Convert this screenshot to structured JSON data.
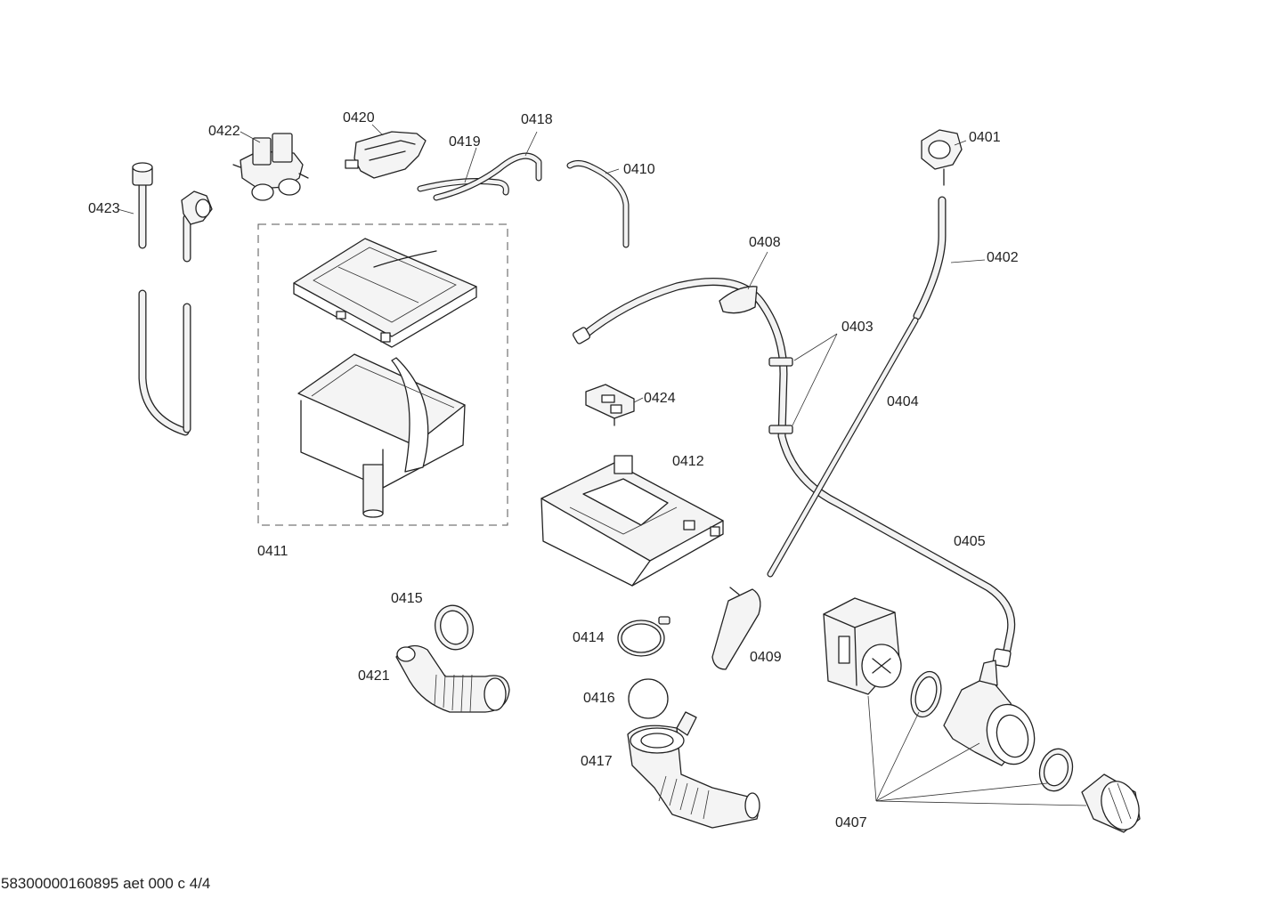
{
  "diagram": {
    "part_labels": {
      "p0401": "0401",
      "p0402": "0402",
      "p0403": "0403",
      "p0404": "0404",
      "p0405": "0405",
      "p0407": "0407",
      "p0408": "0408",
      "p0409": "0409",
      "p0410": "0410",
      "p0411": "0411",
      "p0412": "0412",
      "p0414": "0414",
      "p0415": "0415",
      "p0416": "0416",
      "p0417": "0417",
      "p0418": "0418",
      "p0419": "0419",
      "p0420": "0420",
      "p0421": "0421",
      "p0422": "0422",
      "p0423": "0423",
      "p0424": "0424"
    },
    "footer": "58300000160895 aet 000 c 4/4"
  }
}
